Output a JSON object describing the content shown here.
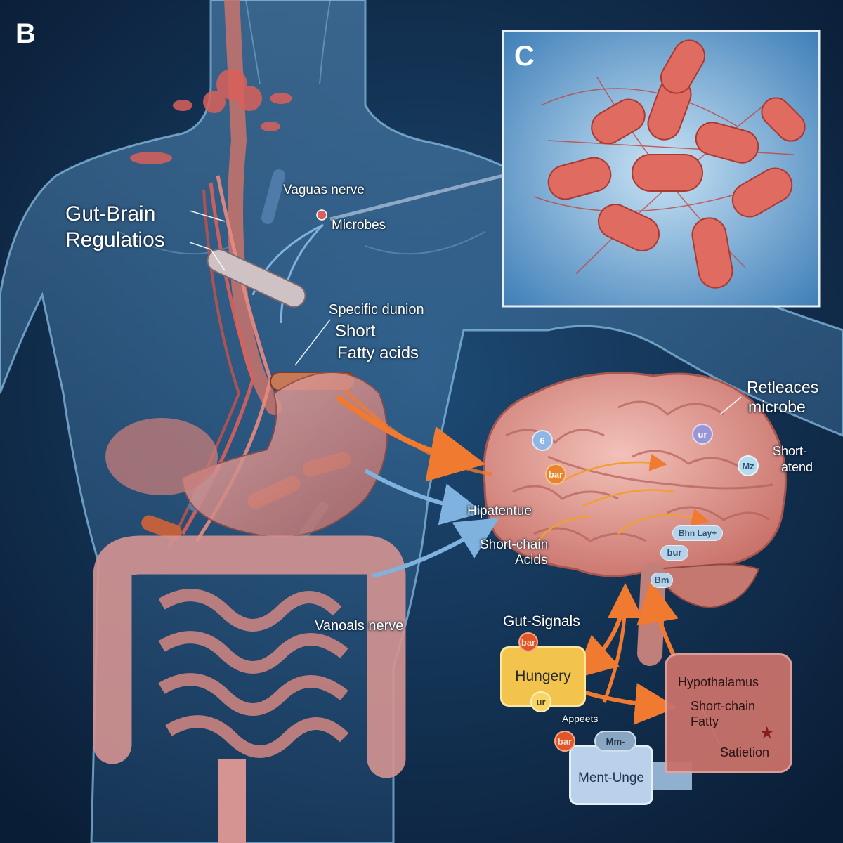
{
  "panels": {
    "left_letter": "B",
    "inset_letter": "C"
  },
  "labels": {
    "title_line1": "Gut-Brain",
    "title_line2": "Regulatios",
    "vagus_top": "Vaguas nerve",
    "microbes": "Microbes",
    "specific": "Specific dunion",
    "short": "Short",
    "fatty_acids": "Fatty acids",
    "releaces": "Retleaces",
    "microbe": "microbe",
    "short_dash": "Short-",
    "atend": "atend",
    "hipatentue": "Hipatentue",
    "short_chain": "Short-chain",
    "acids": "Acids",
    "vanoals": "Vanoals nerve",
    "gut_signals": "Gut-Signals",
    "hungery": "Hungery",
    "appeets": "Appeets",
    "ment_unge": "Ment-Unge",
    "hypothalamus": "Hypothalamus",
    "sc_line1": "Short-chain",
    "sc_line2": "Fatty",
    "satietion": "Satietion"
  },
  "badges": {
    "brain_6": "6",
    "brain_bar": "bar",
    "brain_ur": "ur",
    "brain_mz": "Mz",
    "brain_bhn": "Bhn Lay+",
    "brain_bur": "bur",
    "brain_bm": "Bm",
    "hunger_top": "bar",
    "hunger_bottom": "ur",
    "ment_left": "bar",
    "ment_top": "Mm-"
  },
  "colors": {
    "background": "#0d2440",
    "body_outline": "#8fc4e8",
    "gut": "#d9908e",
    "microbe": "#d9605a",
    "brain": "#e7a49e",
    "arrow_orange": "#f07a30",
    "arrow_blue": "#7fb2de",
    "hunger_box": "#f2c44e",
    "hypothalamus_box": "#c9716a",
    "ment_box": "#b9d1ea"
  }
}
